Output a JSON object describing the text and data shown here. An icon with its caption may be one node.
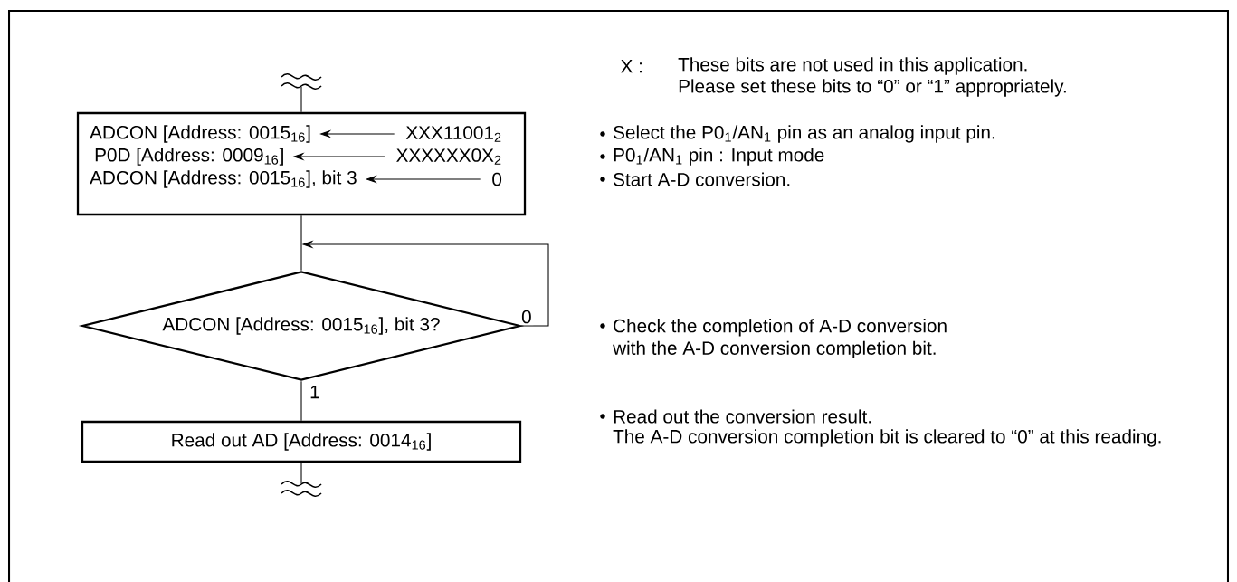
{
  "diagram": {
    "nodes": [
      {
        "text": [],
        "shape": "box"
      },
      {
        "text": [
          "ADCON [Address: 0015$_{16}$]"
        ],
        "in": 0
      },
      {
        "text": [
          "XXX11001$_{2}$"
        ],
        "in": 0
      },
      {
        "text": [
          "P0D [Address: 0009$_{16}$]"
        ],
        "in": 0
      },
      {
        "text": [
          "XXXXXX0X$_{2}$"
        ],
        "in": 0
      },
      {
        "text": [
          "ADCON [Address: 0015$_{16}$], bit 3"
        ],
        "in": 0
      },
      {
        "text": [
          "0"
        ],
        "in": 0
      },
      {
        "text": [
          "ADCON [Address: 0015$_{16}$], bit 3?"
        ]
      },
      {
        "text": [
          "Read out AD [Address: 0014$_{16}$]"
        ]
      },
      {
        "text": [],
        "shape": "wave"
      },
      {
        "text": [],
        "shape": "wave"
      }
    ],
    "edges": [
      {
        "from": 9,
        "to": 0,
        "arrow": "none"
      },
      {
        "from": 2,
        "to": 1,
        "arrow": "to"
      },
      {
        "from": 4,
        "to": 3,
        "arrow": "to"
      },
      {
        "from": 6,
        "to": 5,
        "arrow": "to"
      },
      {
        "from": 0,
        "to": 7,
        "arrow": "none"
      },
      {
        "from": 7,
        "to": 7,
        "arrow": "to",
        "label": "0"
      },
      {
        "from": 7,
        "to": 8,
        "arrow": "none",
        "label": "1"
      },
      {
        "from": 8,
        "to": 10,
        "arrow": "none"
      }
    ],
    "labels": [
      "X :",
      "These bits are not used in this application.",
      "Please set these bits to “0” or “1” appropriately.",
      "Select the P0$_{1}$/AN$_{1}$ pin as an analog input pin.",
      "P0$_{1}$/AN$_{1}$ pin : Input mode",
      "Start A-D conversion.",
      "Check the completion of A-D conversion with the A-D conversion completion bit.",
      "Read out the conversion result.",
      "The A-D conversion completion bit is cleared to “0” at this reading."
    ]
  }
}
